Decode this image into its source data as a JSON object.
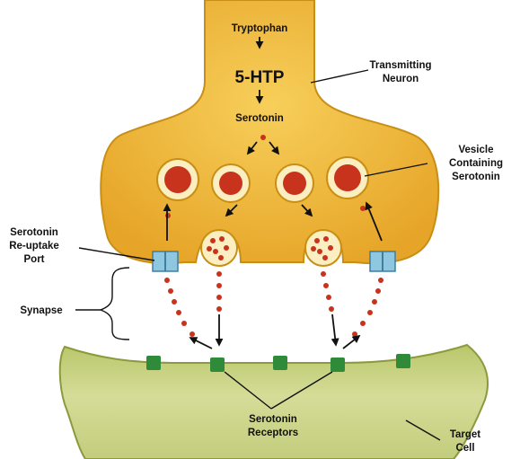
{
  "labels": {
    "pathway": [
      "Tryptophan",
      "5-HTP",
      "Serotonin"
    ],
    "transmitting_neuron": [
      "Transmitting",
      "Neuron"
    ],
    "vesicle": [
      "Vesicle",
      "Containing",
      "Serotonin"
    ],
    "reuptake_port": [
      "Serotonin",
      "Re-uptake",
      "Port"
    ],
    "synapse": "Synapse",
    "receptors": [
      "Serotonin",
      "Receptors"
    ],
    "target_cell": [
      "Target",
      "Cell"
    ]
  },
  "colors": {
    "neuron_fill": "#f0b93a",
    "neuron_edge": "#c98f14",
    "vesicle_fill": "#fbeec0",
    "serotonin": "#c8331d",
    "receptor": "#2f8a3a",
    "port": "#8fc7e0",
    "target_fill": "#c9d27f",
    "target_edge": "#8c9a3d"
  }
}
